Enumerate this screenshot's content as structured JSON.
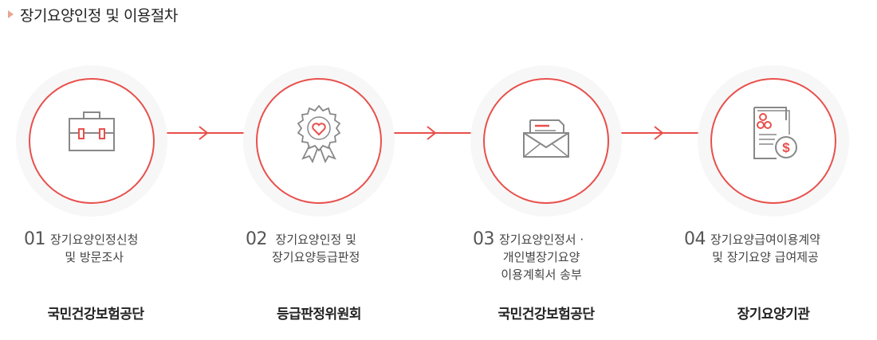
{
  "heading": {
    "title": "장기요양인정 및 이용절차"
  },
  "steps": [
    {
      "number": "01",
      "description": "장기요양인정신청\n및 방문조사",
      "organization": "국민건강보험공단",
      "icon": "briefcase-icon"
    },
    {
      "number": "02",
      "description": "장기요양인정 및\n장기요양등급판정",
      "organization": "등급판정위원회",
      "icon": "award-ribbon-icon"
    },
    {
      "number": "03",
      "description": "장기요양인정서 ·\n개인별장기요양\n이용계획서 송부",
      "organization": "국민건강보험공단",
      "icon": "envelope-letter-icon"
    },
    {
      "number": "04",
      "description": "장기요양급여이용계약\n및 장기요양 급여제공",
      "organization": "장기요양기관",
      "icon": "document-money-icon"
    }
  ],
  "colors": {
    "accent": "#e8504c",
    "ring": "#f7f7f7",
    "icon_stroke": "#888888",
    "bullet": "#e8a590"
  }
}
